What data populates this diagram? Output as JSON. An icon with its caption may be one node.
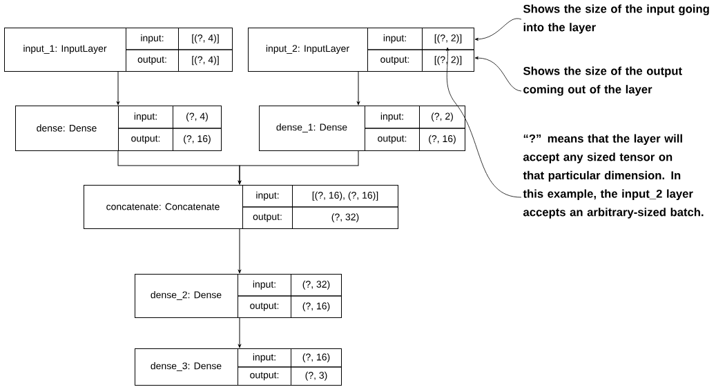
{
  "diagram": {
    "nodes": [
      {
        "text": [
          "input_1: InputLayer",
          "input:",
          "[(?, 4)]",
          "output:",
          "[(?, 4)]"
        ]
      },
      {
        "text": [
          "input_2: InputLayer",
          "input:",
          "[(?, 2)]",
          "output:",
          "[(?, 2)]"
        ]
      },
      {
        "text": [
          "dense: Dense",
          "input:",
          "(?, 4)",
          "output:",
          "(?, 16)"
        ]
      },
      {
        "text": [
          "dense_1: Dense",
          "input:",
          "(?, 2)",
          "output:",
          "(?, 16)"
        ]
      },
      {
        "text": [
          "concatenate: Concatenate",
          "input:",
          "[(?, 16), (?, 16)]",
          "output:",
          "(?, 32)"
        ]
      },
      {
        "text": [
          "dense_2: Dense",
          "input:",
          "(?, 32)",
          "output:",
          "(?, 16)"
        ]
      },
      {
        "text": [
          "dense_3: Dense",
          "input:",
          "(?, 16)",
          "output:",
          "(?, 3)"
        ]
      },
      {
        "text": [
          "Shows the size of the input going into the layer"
        ]
      },
      {
        "text": [
          "Shows the size of the output coming out of the layer"
        ]
      },
      {
        "text": [
          "“?” means that the layer will accept any sized tensor on that particular dimension. In this example, the input_2 layer accepts an arbitrary-sized batch."
        ]
      }
    ],
    "edges": [
      {
        "from": 0,
        "to": 2,
        "arrow": "to"
      },
      {
        "from": 1,
        "to": 3,
        "arrow": "to"
      },
      {
        "from": 2,
        "to": 4,
        "arrow": "to"
      },
      {
        "from": 3,
        "to": 4,
        "arrow": "to"
      },
      {
        "from": 4,
        "to": 5,
        "arrow": "to"
      },
      {
        "from": 5,
        "to": 6,
        "arrow": "to"
      },
      {
        "from": 7,
        "to": 1,
        "arrow": "to"
      },
      {
        "from": 8,
        "to": 1,
        "arrow": "to"
      },
      {
        "from": 9,
        "to": 1,
        "arrow": "to"
      }
    ]
  }
}
